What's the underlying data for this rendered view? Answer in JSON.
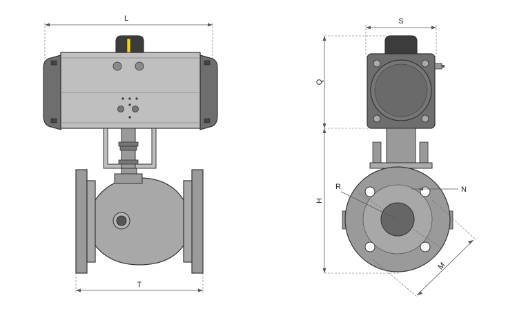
{
  "labels": {
    "L": "L",
    "T": "T",
    "S": "S",
    "Q": "Q",
    "H": "H",
    "R": "R",
    "N": "N",
    "M": "M"
  },
  "colors": {
    "body": "#9a9a9a",
    "body_light": "#b3b3b3",
    "actuator": "#bfbfbf",
    "cap": "#6e6e6e",
    "dark": "#3c3c3c",
    "stroke": "#333333",
    "indicator": "#f2d31b"
  }
}
